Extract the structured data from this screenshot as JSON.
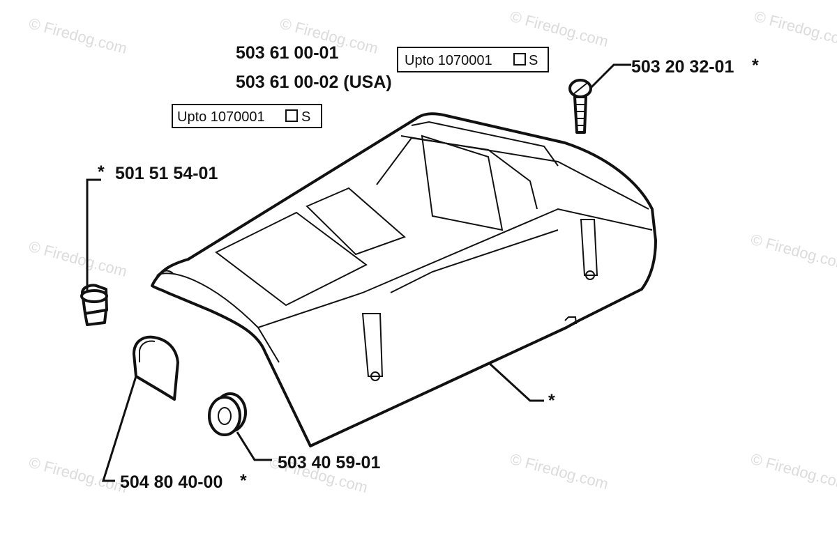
{
  "watermark": "© Firedog.com",
  "labels": {
    "cover_part_a": "503 61 00-01",
    "cover_part_b": "503 61 00-02 (USA)",
    "bolt_part": "503 20 32-01",
    "bolt_asterisk": "*",
    "knob_part": "501 51 54-01",
    "knob_asterisk": "*",
    "grommet_part": "503 40 59-01",
    "plate_part": "504 80 40-00",
    "plate_asterisk": "*",
    "cover_asterisk": "*"
  },
  "notes": {
    "upto_top": "Upto 1070001",
    "upto_top_suffix": "S",
    "upto_left": "Upto 1070001",
    "upto_left_suffix": "S"
  }
}
